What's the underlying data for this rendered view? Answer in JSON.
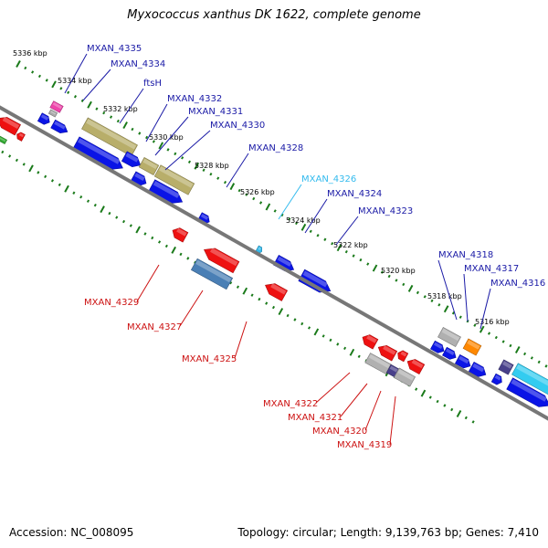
{
  "title": "Myxococcus xanthus DK 1622, complete genome",
  "footer": {
    "accession": "Accession: NC_008095",
    "stats": "Topology: circular; Length: 9,139,763 bp; Genes: 7,410"
  },
  "colors": {
    "forward_gene": "#0a14e6",
    "forward_label": "#1a1aa6",
    "reverse_gene": "#ee1111",
    "reverse_label": "#cc1111",
    "highlight_label": "#33bbee",
    "tick": "#1a7a1a",
    "backbone": "#777777"
  },
  "scale_ticks": [
    "5336 kbp",
    "5334 kbp",
    "5332 kbp",
    "5330 kbp",
    "5328 kbp",
    "5326 kbp",
    "5324 kbp",
    "5322 kbp",
    "5320 kbp",
    "5318 kbp",
    "5316 kbp"
  ],
  "labels_forward": [
    "MXAN_4335",
    "MXAN_4334",
    "ftsH",
    "MXAN_4332",
    "MXAN_4331",
    "MXAN_4330",
    "MXAN_4328",
    "MXAN_4326",
    "MXAN_4324",
    "MXAN_4323",
    "MXAN_4318",
    "MXAN_4317",
    "MXAN_4316"
  ],
  "labels_reverse": [
    "MXAN_4329",
    "MXAN_4327",
    "MXAN_4325",
    "MXAN_4322",
    "MXAN_4321",
    "MXAN_4320",
    "MXAN_4319"
  ]
}
